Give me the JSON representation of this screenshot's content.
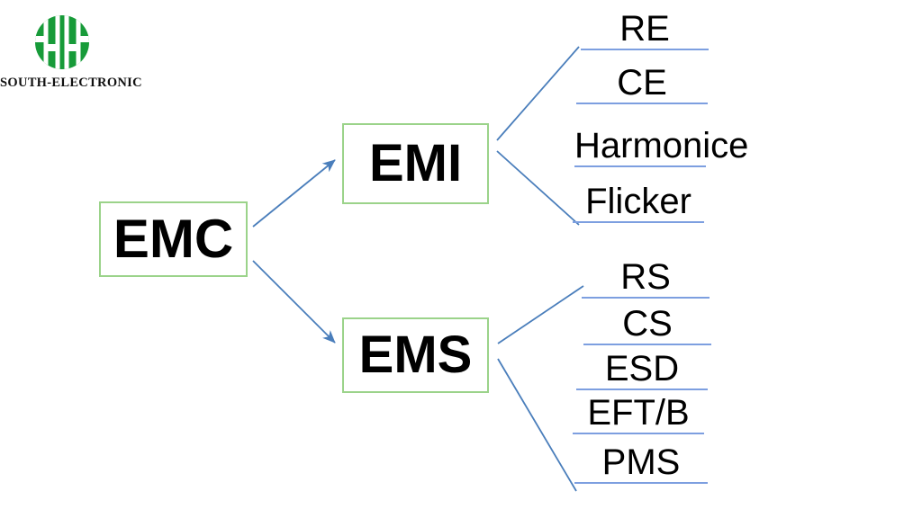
{
  "brand": {
    "name": "SOUTH-ELECTRONIC",
    "logo_icon": "south-electronic-logo-icon",
    "logo_color": "#179b39"
  },
  "diagram": {
    "type": "tree",
    "root": {
      "id": "emc",
      "label": "EMC",
      "border_color": "#9bd38a"
    },
    "branches": [
      {
        "id": "emi",
        "label": "EMI",
        "border_color": "#9bd38a",
        "leaves": [
          {
            "id": "re",
            "label": "RE"
          },
          {
            "id": "ce",
            "label": "CE"
          },
          {
            "id": "harmonice",
            "label": "Harmonice"
          },
          {
            "id": "flicker",
            "label": "Flicker"
          }
        ]
      },
      {
        "id": "ems",
        "label": "EMS",
        "border_color": "#9bd38a",
        "leaves": [
          {
            "id": "rs",
            "label": "RS"
          },
          {
            "id": "cs",
            "label": "CS"
          },
          {
            "id": "esd",
            "label": "ESD"
          },
          {
            "id": "eftb",
            "label": "EFT/B"
          },
          {
            "id": "pms",
            "label": "PMS"
          }
        ]
      }
    ],
    "connector_color": "#4a7ebb",
    "underline_color": "#7d9fe0",
    "background_color": "#ffffff"
  }
}
